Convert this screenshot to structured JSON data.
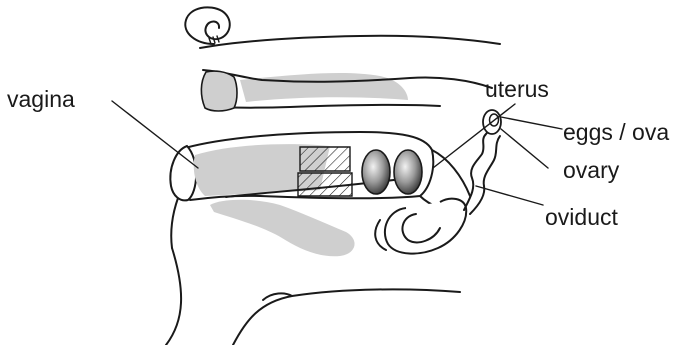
{
  "diagram": {
    "labels": {
      "vagina": "vagina",
      "uterus": "uterus",
      "eggs": "eggs / ova",
      "ovary": "ovary",
      "oviduct": "oviduct"
    }
  }
}
